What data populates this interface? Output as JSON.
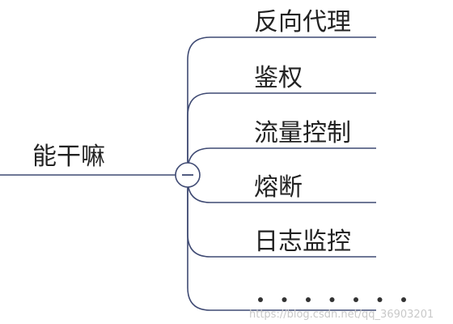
{
  "root": {
    "label": "能干嘛"
  },
  "branches": [
    {
      "label": "反向代理"
    },
    {
      "label": "鉴权"
    },
    {
      "label": "流量控制"
    },
    {
      "label": "熔断"
    },
    {
      "label": "日志监控"
    }
  ],
  "more": {
    "dot_count": 7
  },
  "watermark": {
    "text": "https://blog.csdn.net/qq_36903201"
  },
  "colors": {
    "line": "#3f4a73",
    "text": "#222222",
    "collapse_fill": "#ffffff"
  },
  "icons": {
    "collapse": "minus-circle-icon"
  }
}
